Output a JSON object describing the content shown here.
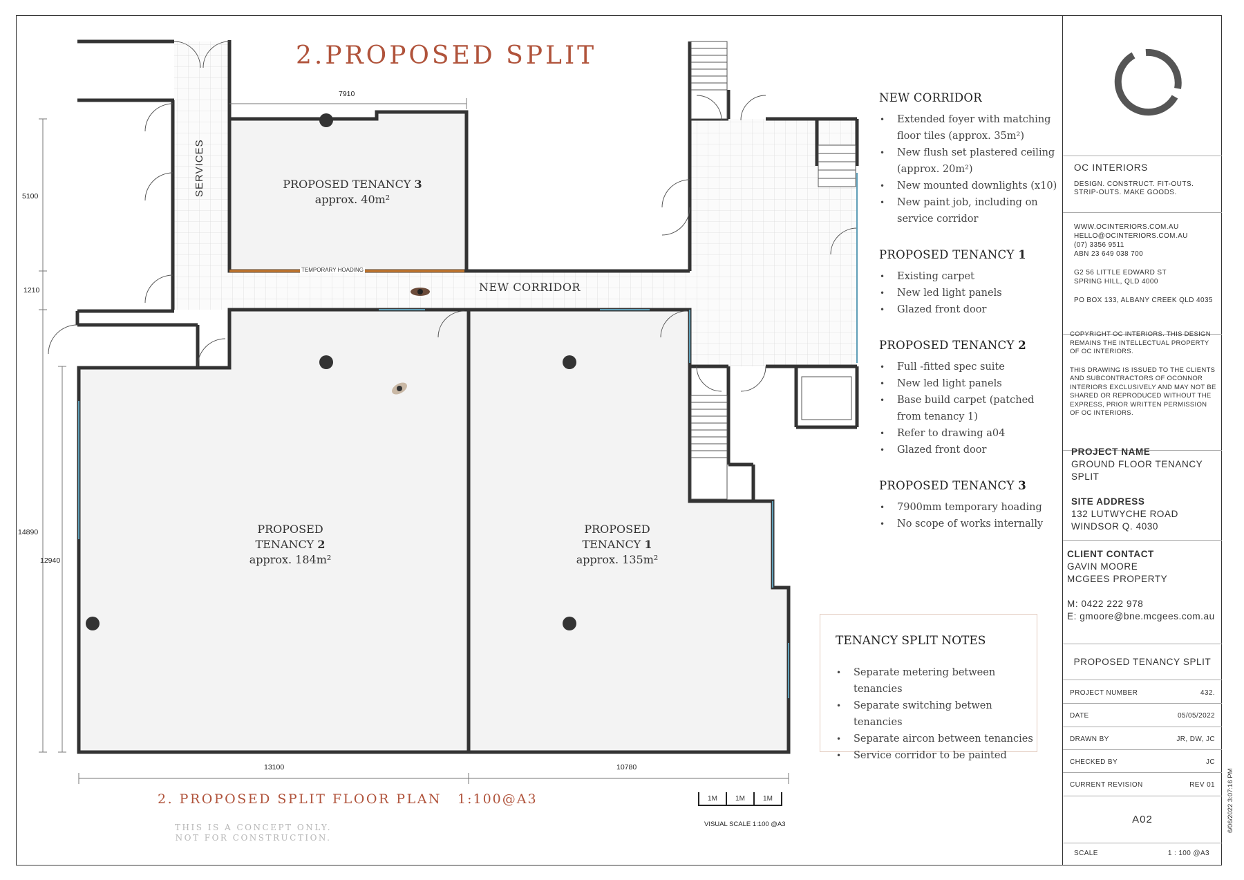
{
  "drawing_title": "2.PROPOSED SPLIT",
  "rooms": {
    "t3_line1": "PROPOSED TENANCY ",
    "t3_num": "3",
    "t3_area": "approx. 40m²",
    "t2_line1": "PROPOSED",
    "t2_line2": "TENANCY ",
    "t2_num": "2",
    "t2_area": "approx. 184m²",
    "t1_line1": "PROPOSED",
    "t1_line2": "TENANCY ",
    "t1_num": "1",
    "t1_area": "approx. 135m²",
    "services": "SERVICES",
    "corridor": "NEW CORRIDOR",
    "hoarding": "TEMPORARY HOADING"
  },
  "dimensions": {
    "top": "7910",
    "left_a": "5100",
    "left_b": "1210",
    "left_c": "14890",
    "left_d": "12940",
    "bottom_a": "13100",
    "bottom_b": "10780"
  },
  "notes": [
    {
      "heading": "NEW CORRIDOR",
      "items": [
        "Extended foyer with matching floor tiles (approx. 35m²)",
        "New flush set plastered ceiling (approx. 20m²)",
        "New mounted downlights (x10)",
        "New paint job, including on service corridor"
      ]
    },
    {
      "heading_pre": "PROPOSED TENANCY ",
      "heading_num": "1",
      "items": [
        "Existing carpet",
        "New led light panels",
        "Glazed front door"
      ]
    },
    {
      "heading_pre": "PROPOSED TENANCY ",
      "heading_num": "2",
      "items": [
        "Full -fitted spec suite",
        "New led light panels",
        "Base build carpet (patched from tenancy 1)",
        "Refer to drawing a04",
        "Glazed front door"
      ]
    },
    {
      "heading_pre": "PROPOSED TENANCY ",
      "heading_num": "3",
      "items": [
        "7900mm temporary hoading",
        "No  scope of works internally"
      ]
    }
  ],
  "split_notes": {
    "heading": "TENANCY SPLIT NOTES",
    "items": [
      "Separate metering between tenancies",
      "Separate switching betwen tenancies",
      "Separate aircon between tenancies",
      "Service corridor to be painted"
    ]
  },
  "footer": {
    "plan_title": "2. PROPOSED SPLIT FLOOR PLAN",
    "plan_scale": "1:100@A3",
    "disclaimer_1": "THIS IS A CONCEPT ONLY.",
    "disclaimer_2": "NOT FOR CONSTRUCTION.",
    "scale_units": [
      "1M",
      "1M",
      "1M"
    ],
    "visual_scale": "VISUAL SCALE 1:100 @A3",
    "print_stamp": "6/06/2022 3:07:16 PM"
  },
  "title_block": {
    "company": "OC INTERIORS",
    "tagline_1": "DESIGN. CONSTRUCT. FIT-OUTS.",
    "tagline_2": "STRIP-OUTS. MAKE GOODS.",
    "web": "WWW.OCINTERIORS.COM.AU",
    "email": "HELLO@OCINTERIORS.COM.AU",
    "phone": "(07) 3356 9511",
    "abn": "ABN 23 649 038 700",
    "addr_1": "G2 56 LITTLE EDWARD ST",
    "addr_2": "SPRING HILL, QLD 4000",
    "po_box": "PO BOX 133, ALBANY CREEK QLD 4035",
    "copyright_1": "COPYRIGHT OC INTERIORS. THIS DESIGN REMAINS THE INTELLECTUAL PROPERTY OF OC INTERIORS.",
    "copyright_2": "THIS DRAWING IS ISSUED TO THE CLIENTS AND SUBCONTRACTORS OF OCONNOR INTERIORS EXCLUSIVELY AND MAY NOT BE SHARED OR REPRODUCED WITHOUT THE EXPRESS, PRIOR WRITTEN PERMISSION OF OC INTERIORS.",
    "project_name_label": "PROJECT NAME",
    "project_name_1": "GROUND FLOOR TENANCY",
    "project_name_2": "SPLIT",
    "site_label": "SITE ADDRESS",
    "site_1": "132 LUTWYCHE ROAD",
    "site_2": "WINDSOR Q. 4030",
    "client_label": "CLIENT CONTACT",
    "client_1": "GAVIN MOORE",
    "client_2": "MCGEES PROPERTY",
    "client_phone": "M: 0422 222 978",
    "client_email": "E:  gmoore@bne.mcgees.com.au",
    "sheet_title": "PROPOSED TENANCY SPLIT",
    "project_number_label": "PROJECT NUMBER",
    "project_number": "432.",
    "date_label": "DATE",
    "date": "05/05/2022",
    "drawn_label": "DRAWN BY",
    "drawn": "JR, DW, JC",
    "checked_label": "CHECKED BY",
    "checked": "JC",
    "revision_label": "CURRENT REVISION",
    "revision": "REV 01",
    "sheet_number": "A02",
    "scale_label": "SCALE",
    "scale_value": "1 : 100    @A3"
  },
  "colors": {
    "accent": "#b0533b",
    "wall": "#333333",
    "floor": "#f3f3f3",
    "hoarding": "#b9722e"
  }
}
